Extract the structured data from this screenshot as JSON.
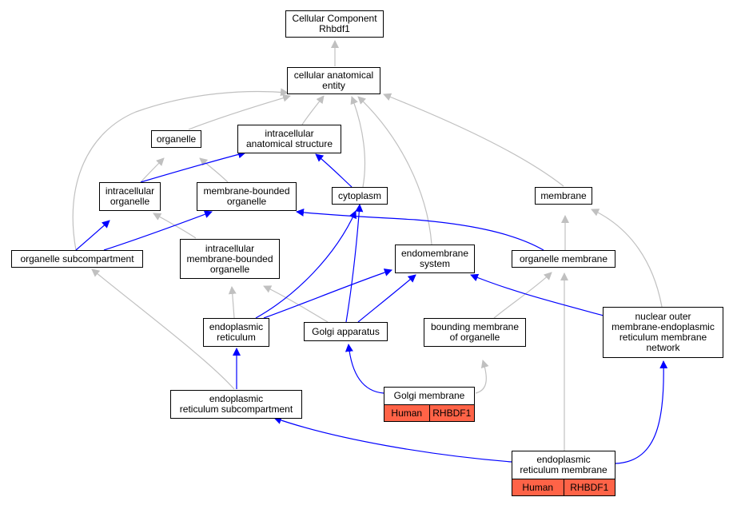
{
  "colors": {
    "gray_edge": "#c0c0c0",
    "blue_edge": "#0000ff",
    "annotation_bg": "#ff6347"
  },
  "nodes": {
    "root": {
      "line1": "Cellular Component",
      "line2": "Rhbdf1"
    },
    "cae": {
      "line1": "cellular anatomical",
      "line2": "entity"
    },
    "organelle": {
      "line1": "organelle"
    },
    "ias": {
      "line1": "intracellular",
      "line2": "anatomical structure"
    },
    "iorg": {
      "line1": "intracellular",
      "line2": "organelle"
    },
    "mbo": {
      "line1": "membrane-bounded",
      "line2": "organelle"
    },
    "cytoplasm": {
      "line1": "cytoplasm"
    },
    "membrane": {
      "line1": "membrane"
    },
    "osub": {
      "line1": "organelle subcompartment"
    },
    "imbo": {
      "line1": "intracellular",
      "line2": "membrane-bounded",
      "line3": "organelle"
    },
    "endo": {
      "line1": "endomembrane",
      "line2": "system"
    },
    "omem": {
      "line1": "organelle membrane"
    },
    "er": {
      "line1": "endoplasmic",
      "line2": "reticulum"
    },
    "golgi": {
      "line1": "Golgi apparatus"
    },
    "bmo": {
      "line1": "bounding membrane",
      "line2": "of organelle"
    },
    "nom": {
      "line1": "nuclear outer",
      "line2": "membrane-endoplasmic",
      "line3": "reticulum membrane",
      "line4": "network"
    },
    "ersub": {
      "line1": "endoplasmic",
      "line2": "reticulum subcompartment"
    },
    "golgimem": {
      "line1": "Golgi membrane",
      "species": "Human",
      "gene": "RHBDF1"
    },
    "ermem": {
      "line1": "endoplasmic",
      "line2": "reticulum membrane",
      "species": "Human",
      "gene": "RHBDF1"
    }
  }
}
